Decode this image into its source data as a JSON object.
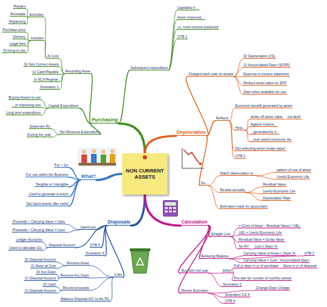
{
  "diagram": {
    "nodes": [
      {
        "text": [
          "NON CURRENT ASSETS"
        ]
      },
      {
        "text": [
          "Purchasing"
        ]
      },
      {
        "text": [
          "Subsequent expenditure"
        ]
      },
      {
        "text": [
          "Capitalise if ..."
        ]
      },
      {
        "text": [
          "Asset improved..."
        ]
      },
      {
        "text": [
          "i.e. more income produced"
        ]
      },
      {
        "text": [
          "OTB 1"
        ]
      },
      {
        "text": [
          "Recording Asset"
        ]
      },
      {
        "text": [
          "At Cost"
        ]
      },
      {
        "text": [
          "Excludes"
        ]
      },
      {
        "text": [
          "Repairs"
        ]
      },
      {
        "text": [
          "Renewals"
        ]
      },
      {
        "text": [
          "Repainting"
        ]
      },
      {
        "text": [
          "Includes"
        ]
      },
      {
        "text": [
          "Purchase price"
        ]
      },
      {
        "text": [
          "Delivery"
        ]
      },
      {
        "text": [
          "Legal fees"
        ]
      },
      {
        "text": [
          "To bring to use"
        ]
      },
      {
        "text": [
          "In NCA Register"
        ]
      },
      {
        "text": [
          "Dr Non Current Assets"
        ]
      },
      {
        "text": [
          "Cr Cash/Payable"
        ]
      },
      {
        "text": [
          "Illustration 1"
        ]
      },
      {
        "text": [
          "Capital Expenditure"
        ]
      },
      {
        "text": [
          "Buying Assets to use"
        ]
      },
      {
        "text": [
          "...or improving one"
        ]
      },
      {
        "text": [
          "Long term expenditure"
        ]
      },
      {
        "text": [
          "Not Revenue Expenditure"
        ]
      },
      {
        "text": [
          "Expenses Rx."
        ]
      },
      {
        "text": [
          "During the year"
        ]
      },
      {
        "text": [
          "What?"
        ]
      },
      {
        "text": [
          "For > 1yr"
        ]
      },
      {
        "text": [
          "For use within the Business"
        ]
      },
      {
        "text": [
          "Tangible or Intangible"
        ]
      },
      {
        "text": [
          "Used to generate a return"
        ]
      },
      {
        "text": [
          "Not liquid assets (like cash)"
        ]
      },
      {
        "text": [
          "Disposals"
        ]
      },
      {
        "text": [
          "Gain/Loss"
        ]
      },
      {
        "text": [
          "Proceeds > Carrying Value = Gain"
        ]
      },
      {
        "text": [
          "Proceeds < Carrying Value = Loss"
        ]
      },
      {
        "text": [
          "Disposal Account"
        ]
      },
      {
        "text": [
          "Ledger Accounts"
        ]
      },
      {
        "text": [
          "Used to calculate G/L"
        ]
      },
      {
        "text": [
          "OTB 5"
        ]
      },
      {
        "text": [
          "Illustration 5"
        ]
      },
      {
        "text": [
          "3 Ws"
        ]
      },
      {
        "text": [
          "Remove Asset"
        ]
      },
      {
        "text": [
          "Dr Disposal Account"
        ]
      },
      {
        "text": [
          "Cr Asset at Cost"
        ]
      },
      {
        "text": [
          "Remove Acc Depn"
        ]
      },
      {
        "text": [
          "Dr Acc Depn"
        ]
      },
      {
        "text": [
          "Cr Disposal Account"
        ]
      },
      {
        "text": [
          "Record proceeds"
        ]
      },
      {
        "text": [
          "Dr Cash"
        ]
      },
      {
        "text": [
          "Cr Disposal Account"
        ]
      },
      {
        "text": [
          "Balance Disposal A/C to the P/L"
        ]
      },
      {
        "text": [
          "Depreciation"
        ]
      },
      {
        "text": [
          "Charged each year on assets"
        ]
      },
      {
        "text": [
          "Dr Depreciation (I/S)"
        ]
      },
      {
        "text": [
          "Cr Accumulated Depn (SOFP)"
        ]
      },
      {
        "text": [
          "Expense in income statement"
        ]
      },
      {
        "text": [
          "Reduce asset value on SFP"
        ]
      },
      {
        "text": [
          "Start when available for use"
        ]
      },
      {
        "text": [
          "Reflects"
        ]
      },
      {
        "text": [
          "Economic benefit generated by asset"
        ]
      },
      {
        "text": [
          "How..."
        ]
      },
      {
        "text": [
          "writes off asset value"
        ]
      },
      {
        "text": [
          "not land!"
        ]
      },
      {
        "text": [
          "Against income..."
        ]
      },
      {
        "text": [
          "...generated by it..."
        ]
      },
      {
        "text": [
          "...over useful economic life"
        ]
      },
      {
        "text": [
          "Not reflecting asset resale value!"
        ]
      },
      {
        "text": [
          "OTB 2"
        ]
      },
      {
        "text": [
          "So..."
        ]
      },
      {
        "text": [
          "Match depreciation to..."
        ]
      },
      {
        "text": [
          "pattern of use of asset"
        ]
      },
      {
        "text": [
          "Useful Economic Life"
        ]
      },
      {
        "text": [
          "Review annually"
        ]
      },
      {
        "text": [
          "Residual Value"
        ]
      },
      {
        "text": [
          "Useful Economic Life"
        ]
      },
      {
        "text": [
          "Depreciation Rate"
        ]
      },
      {
        "text": [
          "Estimates made by accountant"
        ]
      },
      {
        "text": [
          "Calculation"
        ]
      },
      {
        "text": [
          "Straight Line"
        ]
      },
      {
        "text": [
          "= (Cost of Asset - Residual Value) / UEL"
        ]
      },
      {
        "text": [
          "UEL = Useful Economic Life"
        ]
      },
      {
        "text": [
          "Residual Value = Scrap Value"
        ]
      },
      {
        "text": [
          "No RV"
        ]
      },
      {
        "text": [
          "Cost x Depn %"
        ]
      },
      {
        "text": [
          "Reducing Balance"
        ]
      },
      {
        "text": [
          "Carrying Value of Asset x Depn %"
        ]
      },
      {
        "text": [
          "Carrying Value = Cost - Accumulated Depn"
        ]
      },
      {
        "text": [
          "OTB 3"
        ]
      },
      {
        "text": [
          "Buy/Sell mid year"
        ]
      },
      {
        "text": [
          "Either"
        ]
      },
      {
        "text": [
          "Full yr depn in yr of purchase"
        ]
      },
      {
        "text": [
          "None in yr of disposal"
        ]
      },
      {
        "text": [
          "Pro-rate for number of months owned"
        ]
      },
      {
        "text": [
          "Illustration 2"
        ]
      },
      {
        "text": [
          "Revise Estimates"
        ]
      },
      {
        "text": [
          "Change Depn Charge"
        ]
      },
      {
        "text": [
          "Illustration 3 & 4"
        ]
      },
      {
        "text": [
          "OTB 4"
        ]
      }
    ],
    "edges": [
      {
        "from": 0,
        "to": 1,
        "arrow": "none"
      },
      {
        "from": 1,
        "to": 2,
        "arrow": "none"
      },
      {
        "from": 2,
        "to": 3,
        "arrow": "none"
      },
      {
        "from": 2,
        "to": 4,
        "arrow": "none"
      },
      {
        "from": 2,
        "to": 5,
        "arrow": "none"
      },
      {
        "from": 2,
        "to": 6,
        "arrow": "none"
      },
      {
        "from": 1,
        "to": 7,
        "arrow": "none"
      },
      {
        "from": 7,
        "to": 8,
        "arrow": "none"
      },
      {
        "from": 8,
        "to": 9,
        "arrow": "none"
      },
      {
        "from": 9,
        "to": 10,
        "arrow": "none"
      },
      {
        "from": 9,
        "to": 11,
        "arrow": "none"
      },
      {
        "from": 9,
        "to": 12,
        "arrow": "none"
      },
      {
        "from": 8,
        "to": 13,
        "arrow": "none"
      },
      {
        "from": 13,
        "to": 14,
        "arrow": "none"
      },
      {
        "from": 13,
        "to": 15,
        "arrow": "none"
      },
      {
        "from": 13,
        "to": 16,
        "arrow": "none"
      },
      {
        "from": 13,
        "to": 17,
        "arrow": "none"
      },
      {
        "from": 7,
        "to": 18,
        "arrow": "none"
      },
      {
        "from": 7,
        "to": 19,
        "arrow": "none"
      },
      {
        "from": 7,
        "to": 20,
        "arrow": "none"
      },
      {
        "from": 7,
        "to": 21,
        "arrow": "none"
      },
      {
        "from": 1,
        "to": 22,
        "arrow": "none"
      },
      {
        "from": 22,
        "to": 23,
        "arrow": "none"
      },
      {
        "from": 22,
        "to": 24,
        "arrow": "none"
      },
      {
        "from": 22,
        "to": 25,
        "arrow": "none"
      },
      {
        "from": 1,
        "to": 26,
        "arrow": "none"
      },
      {
        "from": 26,
        "to": 27,
        "arrow": "none"
      },
      {
        "from": 26,
        "to": 28,
        "arrow": "none"
      },
      {
        "from": 0,
        "to": 29,
        "arrow": "none"
      },
      {
        "from": 29,
        "to": 30,
        "arrow": "none"
      },
      {
        "from": 29,
        "to": 31,
        "arrow": "none"
      },
      {
        "from": 29,
        "to": 32,
        "arrow": "none"
      },
      {
        "from": 29,
        "to": 33,
        "arrow": "none"
      },
      {
        "from": 29,
        "to": 34,
        "arrow": "none"
      },
      {
        "from": 0,
        "to": 35,
        "arrow": "none"
      },
      {
        "from": 35,
        "to": 36,
        "arrow": "none"
      },
      {
        "from": 36,
        "to": 37,
        "arrow": "none"
      },
      {
        "from": 36,
        "to": 38,
        "arrow": "none"
      },
      {
        "from": 35,
        "to": 39,
        "arrow": "none"
      },
      {
        "from": 39,
        "to": 40,
        "arrow": "none"
      },
      {
        "from": 39,
        "to": 41,
        "arrow": "none"
      },
      {
        "from": 35,
        "to": 42,
        "arrow": "none"
      },
      {
        "from": 35,
        "to": 43,
        "arrow": "none"
      },
      {
        "from": 35,
        "to": 44,
        "arrow": "none"
      },
      {
        "from": 44,
        "to": 45,
        "arrow": "none"
      },
      {
        "from": 45,
        "to": 46,
        "arrow": "none"
      },
      {
        "from": 45,
        "to": 47,
        "arrow": "none"
      },
      {
        "from": 44,
        "to": 48,
        "arrow": "none"
      },
      {
        "from": 48,
        "to": 49,
        "arrow": "none"
      },
      {
        "from": 48,
        "to": 50,
        "arrow": "none"
      },
      {
        "from": 44,
        "to": 51,
        "arrow": "none"
      },
      {
        "from": 51,
        "to": 52,
        "arrow": "none"
      },
      {
        "from": 51,
        "to": 53,
        "arrow": "none"
      },
      {
        "from": 44,
        "to": 54,
        "arrow": "none"
      },
      {
        "from": 0,
        "to": 55,
        "arrow": "none"
      },
      {
        "from": 55,
        "to": 56,
        "arrow": "none"
      },
      {
        "from": 56,
        "to": 57,
        "arrow": "none"
      },
      {
        "from": 56,
        "to": 58,
        "arrow": "none"
      },
      {
        "from": 56,
        "to": 59,
        "arrow": "none"
      },
      {
        "from": 56,
        "to": 60,
        "arrow": "none"
      },
      {
        "from": 56,
        "to": 61,
        "arrow": "none"
      },
      {
        "from": 55,
        "to": 62,
        "arrow": "none"
      },
      {
        "from": 62,
        "to": 63,
        "arrow": "none"
      },
      {
        "from": 62,
        "to": 64,
        "arrow": "none"
      },
      {
        "from": 64,
        "to": 65,
        "arrow": "none"
      },
      {
        "from": 65,
        "to": 66,
        "arrow": "none"
      },
      {
        "from": 64,
        "to": 67,
        "arrow": "none"
      },
      {
        "from": 64,
        "to": 68,
        "arrow": "none"
      },
      {
        "from": 64,
        "to": 69,
        "arrow": "none"
      },
      {
        "from": 62,
        "to": 70,
        "arrow": "none"
      },
      {
        "from": 62,
        "to": 71,
        "arrow": "none"
      },
      {
        "from": 55,
        "to": 72,
        "arrow": "none"
      },
      {
        "from": 72,
        "to": 73,
        "arrow": "none"
      },
      {
        "from": 73,
        "to": 74,
        "arrow": "none"
      },
      {
        "from": 73,
        "to": 75,
        "arrow": "none"
      },
      {
        "from": 72,
        "to": 76,
        "arrow": "none"
      },
      {
        "from": 76,
        "to": 77,
        "arrow": "none"
      },
      {
        "from": 76,
        "to": 78,
        "arrow": "none"
      },
      {
        "from": 76,
        "to": 79,
        "arrow": "none"
      },
      {
        "from": 72,
        "to": 80,
        "arrow": "none"
      },
      {
        "from": 0,
        "to": 81,
        "arrow": "none"
      },
      {
        "from": 81,
        "to": 82,
        "arrow": "none"
      },
      {
        "from": 82,
        "to": 83,
        "arrow": "none"
      },
      {
        "from": 82,
        "to": 84,
        "arrow": "none"
      },
      {
        "from": 82,
        "to": 85,
        "arrow": "none"
      },
      {
        "from": 82,
        "to": 86,
        "arrow": "none"
      },
      {
        "from": 86,
        "to": 87,
        "arrow": "none"
      },
      {
        "from": 81,
        "to": 88,
        "arrow": "none"
      },
      {
        "from": 88,
        "to": 89,
        "arrow": "none"
      },
      {
        "from": 88,
        "to": 90,
        "arrow": "none"
      },
      {
        "from": 88,
        "to": 91,
        "arrow": "none"
      },
      {
        "from": 81,
        "to": 92,
        "arrow": "none"
      },
      {
        "from": 92,
        "to": 93,
        "arrow": "none"
      },
      {
        "from": 93,
        "to": 94,
        "arrow": "none"
      },
      {
        "from": 94,
        "to": 95,
        "arrow": "none"
      },
      {
        "from": 93,
        "to": 96,
        "arrow": "none"
      },
      {
        "from": 92,
        "to": 97,
        "arrow": "none"
      },
      {
        "from": 81,
        "to": 98,
        "arrow": "none"
      },
      {
        "from": 98,
        "to": 99,
        "arrow": "none"
      },
      {
        "from": 98,
        "to": 100,
        "arrow": "none"
      },
      {
        "from": 98,
        "to": 101,
        "arrow": "none"
      }
    ]
  }
}
